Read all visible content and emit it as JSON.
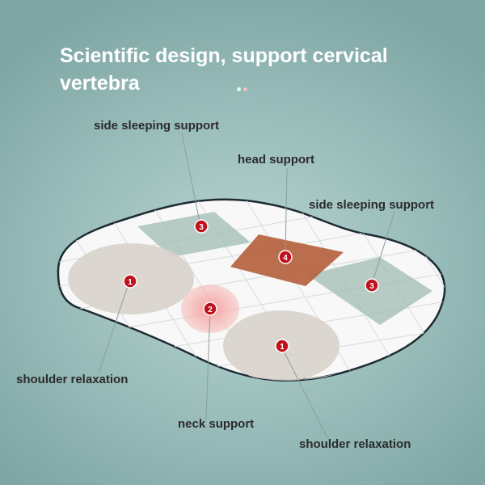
{
  "title": "Scientific design, support cervical vertebra",
  "labels": {
    "side_top": "side sleeping support",
    "head": "head support",
    "side_right": "side sleeping support",
    "shoulder_left": "shoulder relaxation",
    "neck": "neck support",
    "shoulder_right": "shoulder relaxation"
  },
  "markers": {
    "m1a": "1",
    "m1b": "1",
    "m2": "2",
    "m3a": "3",
    "m3b": "3",
    "m4": "4"
  },
  "colors": {
    "marker": "#c0121c",
    "head_zone": "#b5623e",
    "side_zone": "#9fbcb2",
    "shoulder_zone": "#d8d2cb",
    "neck_zone": "#f4a5a5"
  }
}
